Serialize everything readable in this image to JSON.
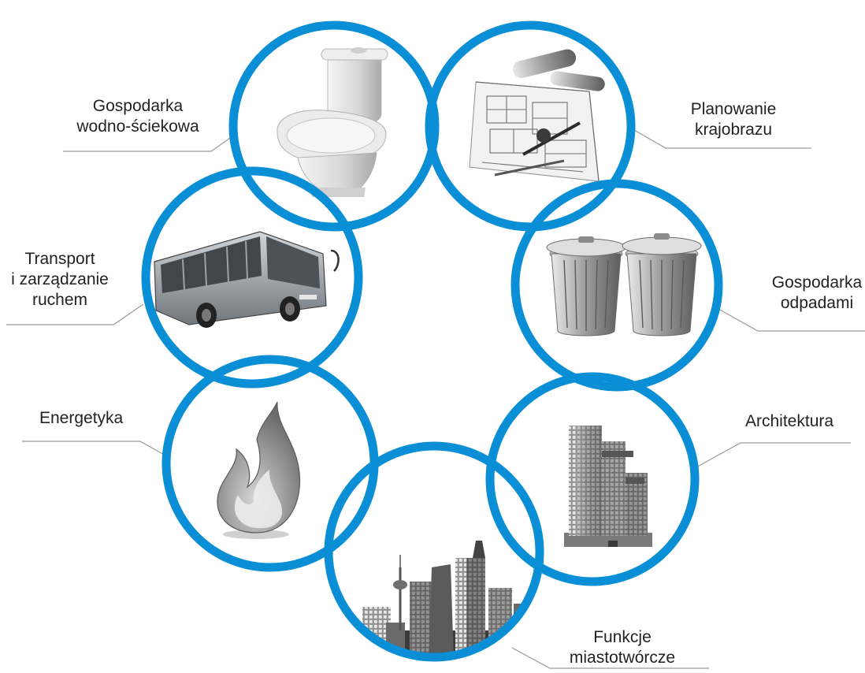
{
  "ring_color": "#0a8fd6",
  "leader_color": "#9a9a9a",
  "nodes": [
    {
      "id": "water",
      "icon": "toilet-icon",
      "label_lines": [
        "Gospodarka",
        "wodno-ściekowa"
      ]
    },
    {
      "id": "landscape",
      "icon": "blueprints-icon",
      "label_lines": [
        "Planowanie",
        "krajobrazu"
      ]
    },
    {
      "id": "waste",
      "icon": "trash-cans-icon",
      "label_lines": [
        "Gospodarka",
        "odpadami"
      ]
    },
    {
      "id": "architecture",
      "icon": "skyscraper-icon",
      "label_lines": [
        "Architektura"
      ]
    },
    {
      "id": "city",
      "icon": "city-skyline-icon",
      "label_lines": [
        "Funkcje",
        "miastotwórcze"
      ]
    },
    {
      "id": "energy",
      "icon": "flame-icon",
      "label_lines": [
        "Energetyka"
      ]
    },
    {
      "id": "transport",
      "icon": "bus-icon",
      "label_lines": [
        "Transport",
        "i zarządzanie",
        "ruchem"
      ]
    }
  ]
}
